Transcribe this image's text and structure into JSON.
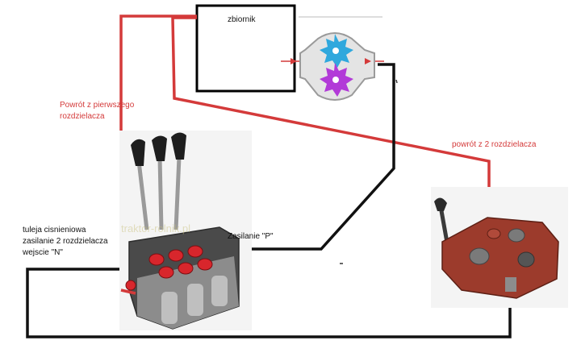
{
  "labels": {
    "tank": "zbiornik",
    "return_first": [
      "Powrót z pierwszego",
      "rozdzielacza"
    ],
    "return_second": "powrót z 2 rozdzielacza",
    "sleeve": [
      "tuleja cisnieniowa",
      "zasilanie 2 rozdzielacza",
      "wejscie \"N\""
    ],
    "supply_p": "Zasilanie \"P\""
  },
  "watermark": "traktor-rolnik.pl",
  "colors": {
    "return_line": "#d43a3a",
    "pressure_line": "#111111",
    "valve1_body": "#4a4a4a",
    "valve1_caps": "#d8262c",
    "valve2_body": "#9c3b2c",
    "pump_gear_top": "#2fa8dd",
    "pump_gear_bottom": "#b23ad8"
  }
}
